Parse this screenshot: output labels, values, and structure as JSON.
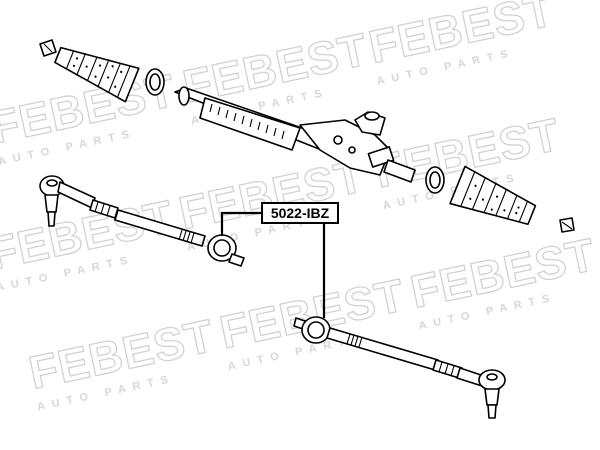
{
  "watermark": {
    "brand": "FEBEST",
    "sub": "AUTO PARTS"
  },
  "callout": {
    "part_number": "5022-IBZ"
  }
}
